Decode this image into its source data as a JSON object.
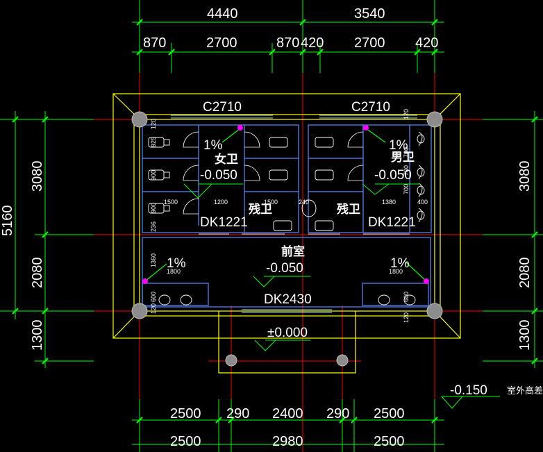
{
  "colors": {
    "background": "#000000",
    "dimension_green": "#00ff00",
    "wall_yellow": "#ffff00",
    "axis_red": "#ff0000",
    "partition_blue": "#5a8cff",
    "fixture_white": "#ffffff",
    "column_gray": "#808080",
    "slope_arrow_green": "#00ff00",
    "drain_magenta": "#ff00ff"
  },
  "top_dims": {
    "overall": [
      "4440",
      "3540"
    ],
    "detail": [
      "870",
      "2700",
      "870",
      "420",
      "2700",
      "420"
    ]
  },
  "bottom_dims": {
    "row1": [
      "2500",
      "290",
      "2400",
      "290",
      "2500"
    ],
    "row2": [
      "2500",
      "2980",
      "2500"
    ]
  },
  "left_dims": {
    "overall": "5160",
    "detail": [
      "3080",
      "2080",
      "1300"
    ]
  },
  "right_dims": {
    "detail": [
      "3080",
      "2080",
      "1300"
    ]
  },
  "windows": [
    "C2710",
    "C2710"
  ],
  "doors": [
    "DK1221",
    "DK1221",
    "DK2430"
  ],
  "rooms": {
    "women": "女卫",
    "men": "男卫",
    "accessible_left": "残卫",
    "accessible_right": "残卫",
    "vestibule": "前室"
  },
  "levels": {
    "women": "-0.050",
    "men": "-0.050",
    "vestibule": "-0.050",
    "entrance": "±0.000",
    "outdoor": "-0.150",
    "outdoor_label": "室外高差"
  },
  "slopes": [
    "1%",
    "1%",
    "1%",
    "1%"
  ],
  "small_dims": {
    "left_stalls": [
      "120",
      "925",
      "900",
      "900",
      "236"
    ],
    "right_stalls": [
      "120",
      "700",
      "700",
      "700"
    ],
    "stall_widths_left": [
      "1500",
      "1200",
      "1500",
      "240"
    ],
    "stall_widths_right": [
      "1380",
      "400"
    ],
    "vestibule_left": [
      "1360",
      "1800",
      "600",
      "120"
    ],
    "vestibule_right": [
      "1800",
      "600",
      "120"
    ]
  }
}
